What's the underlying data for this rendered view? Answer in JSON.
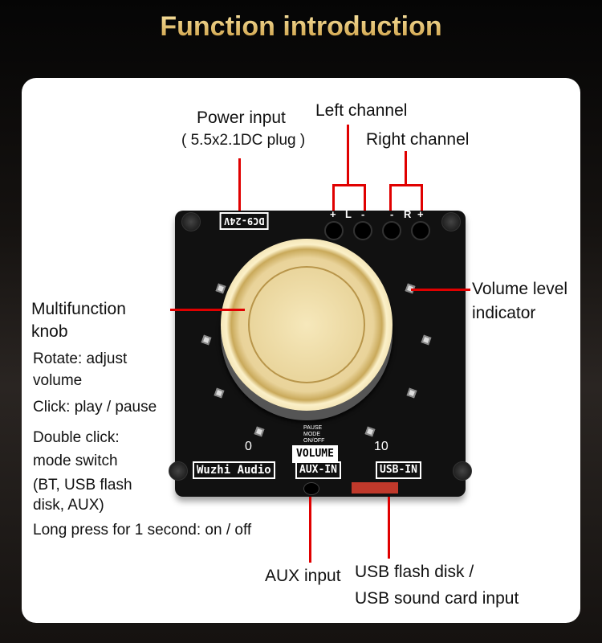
{
  "title": "Function introduction",
  "labels": {
    "power_input": "Power input",
    "power_plug": "( 5.5x2.1DC plug )",
    "left_channel": "Left channel",
    "right_channel": "Right channel",
    "volume_indicator_1": "Volume level",
    "volume_indicator_2": "indicator",
    "knob_1": "Multifunction",
    "knob_2": "knob",
    "rotate_1": "Rotate: adjust",
    "rotate_2": "volume",
    "click": "Click: play / pause",
    "double_1": "Double click:",
    "double_2": "mode switch",
    "modes_1": "(BT, USB flash",
    "modes_2": "disk, AUX)",
    "long_press": "Long press for 1 second: on / off",
    "aux_input": "AUX input",
    "usb_1": "USB flash disk /",
    "usb_2": "USB sound card input"
  },
  "board": {
    "power_marking": "DC9-24V",
    "terminals": [
      "+",
      "L",
      "-",
      "-",
      "R",
      "+"
    ],
    "scale_min": "0",
    "scale_max": "10",
    "volume": "VOLUME",
    "brand": "Wuzhi Audio",
    "aux_in": "AUX-IN",
    "usb_in": "USB-IN",
    "legend": [
      "PAUSE",
      "MODE",
      "ON/OFF"
    ]
  },
  "colors": {
    "accent": "#e00000",
    "title": "#e8c878"
  }
}
